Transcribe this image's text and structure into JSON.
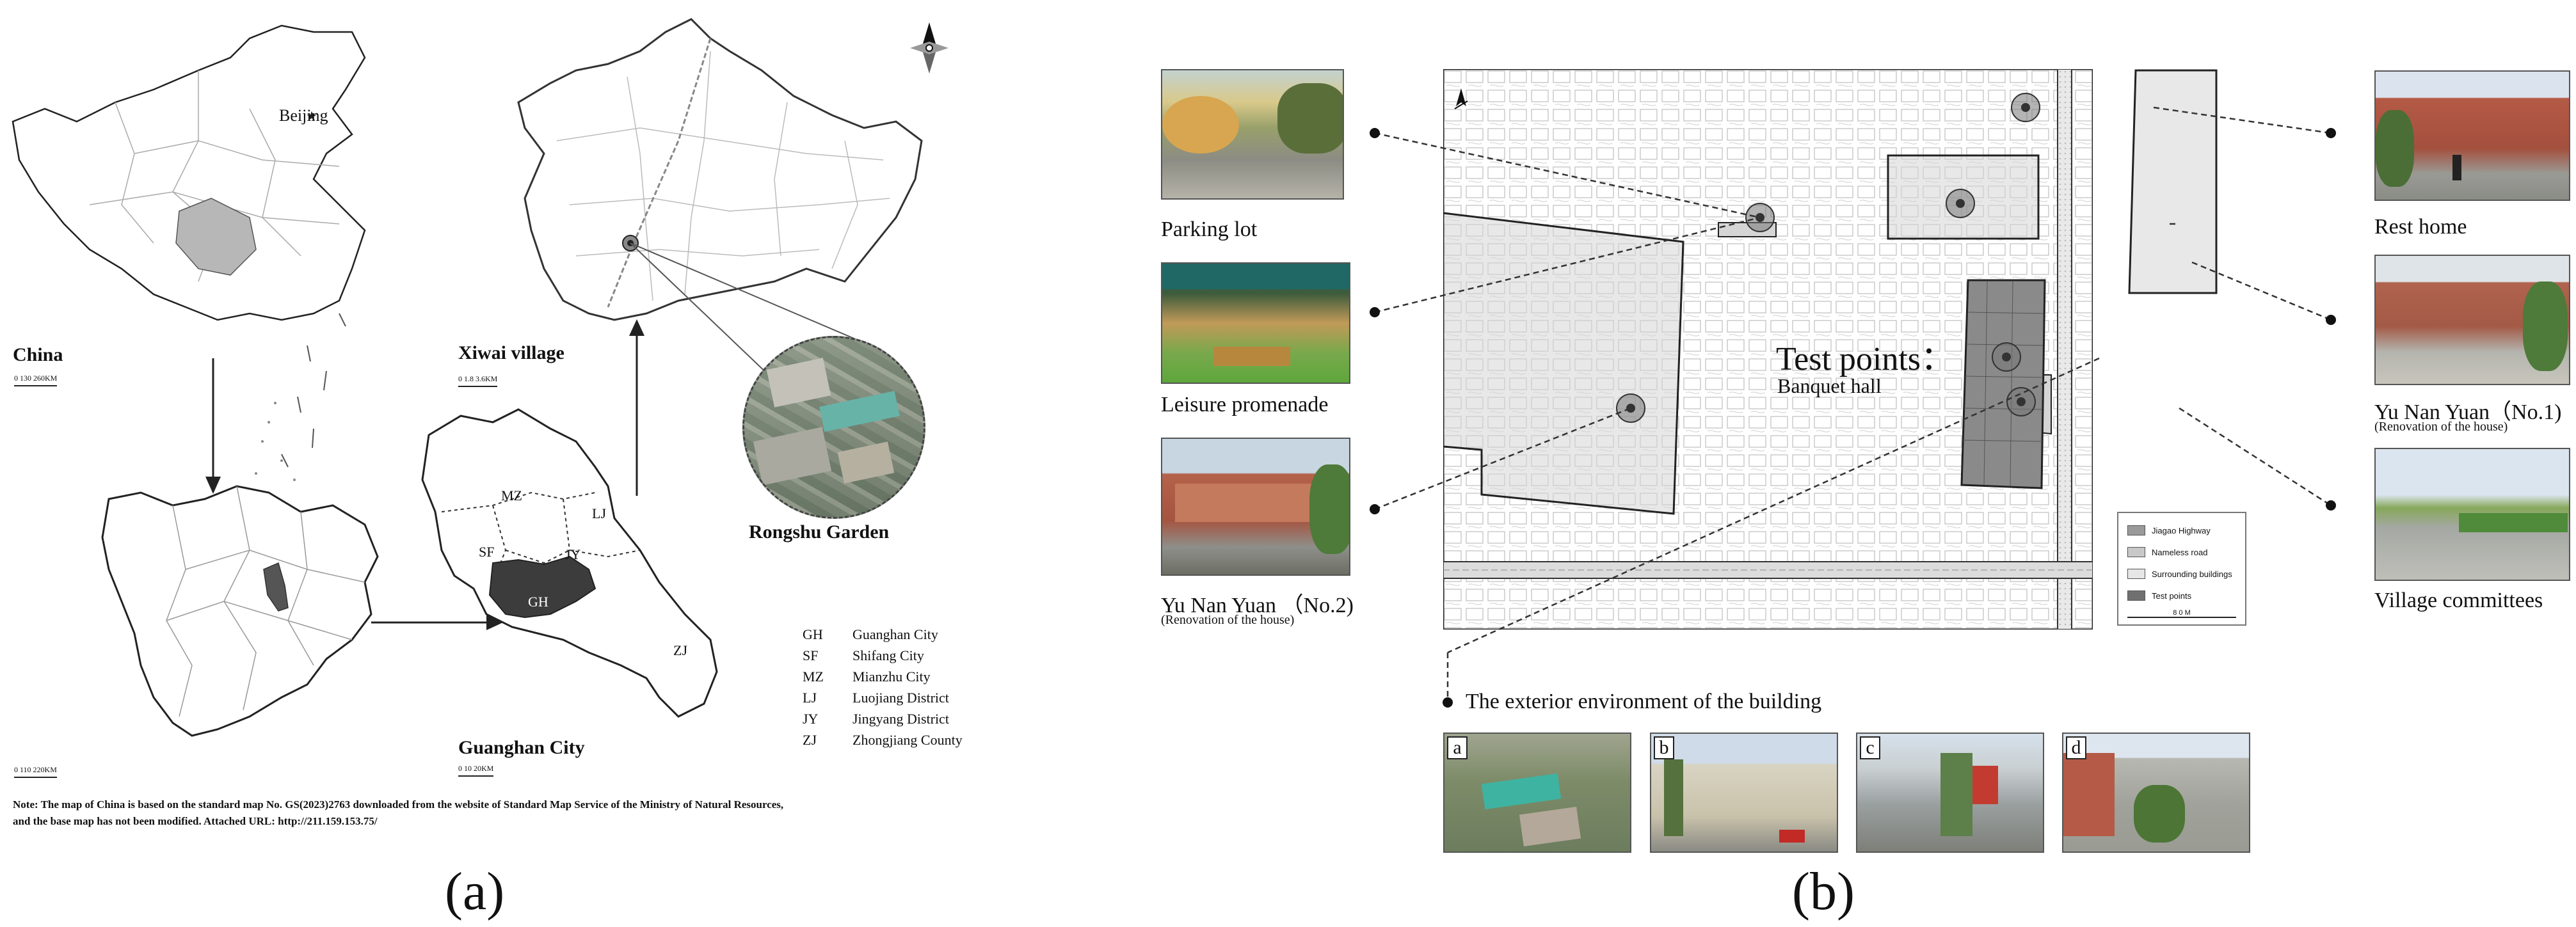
{
  "panel_a": {
    "labels": {
      "beijing": "Beijing",
      "china": "China",
      "xiwai": "Xiwai village",
      "rongshu": "Rongshu Garden",
      "guanghan_city": "Guanghan City",
      "gh": "GH",
      "sf": "SF",
      "mz": "MZ",
      "lj": "LJ",
      "jy": "JY",
      "zj": "ZJ"
    },
    "scales": {
      "china": "0   130   260KM",
      "sichuan": "0   110   220KM",
      "guanghan": "0   10   20KM",
      "xiwai": "0   1.8   3.6KM"
    },
    "legend": [
      {
        "code": "GH",
        "name": "Guanghan City"
      },
      {
        "code": "SF",
        "name": "Shifang City"
      },
      {
        "code": "MZ",
        "name": "Mianzhu City"
      },
      {
        "code": "LJ",
        "name": "Luojiang District"
      },
      {
        "code": "JY",
        "name": "Jingyang District"
      },
      {
        "code": "ZJ",
        "name": "Zhongjiang County"
      }
    ],
    "note_line1": "Note: The map of China is based on the standard map No. GS(2023)2763 downloaded from the website of Standard Map Service of the Ministry of Natural Resources,",
    "note_line2": "and the base map has not been modified. Attached URL: http://211.159.153.75/",
    "panel_label": "(a)"
  },
  "panel_b": {
    "photos_left": [
      {
        "caption": "Parking lot",
        "sub": ""
      },
      {
        "caption": "Leisure promenade",
        "sub": ""
      },
      {
        "caption": "Yu Nan Yuan  （No.2)",
        "sub": "(Renovation of the house)"
      }
    ],
    "photos_right": [
      {
        "caption": "Rest home",
        "sub": ""
      },
      {
        "caption": "Yu Nan Yuan（No.1)",
        "sub": "(Renovation of the house)"
      },
      {
        "caption": "Village committees",
        "sub": ""
      }
    ],
    "test_points_title": "Test points：",
    "test_points_sub": "Banquet hall",
    "legend": [
      {
        "name": "Jiagao Highway",
        "color": "#9a9a9a"
      },
      {
        "name": "Nameless road",
        "color": "#c8c8c8"
      },
      {
        "name": "Surrounding buildings",
        "color": "#e6e6e6"
      },
      {
        "name": "Test points",
        "color": "#707070"
      }
    ],
    "scale": "8 0 M",
    "exterior_title": "The exterior environment of the building",
    "exterior_photos": [
      "a",
      "b",
      "c",
      "d"
    ],
    "panel_label": "(b)"
  }
}
